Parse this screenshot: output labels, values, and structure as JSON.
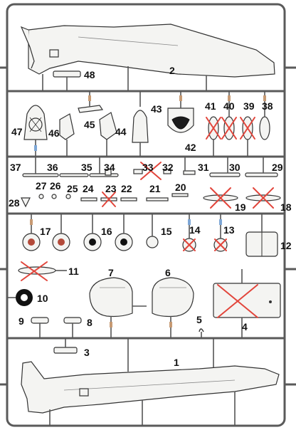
{
  "sheet": {
    "title": "",
    "parts": [
      {
        "num": "2",
        "name": "fuselage-half"
      },
      {
        "num": "48",
        "name": "small-bracket"
      },
      {
        "num": "47",
        "name": "pilot-seat"
      },
      {
        "num": "46",
        "name": "landing-gear-door"
      },
      {
        "num": "45",
        "name": "small-fairing"
      },
      {
        "num": "44",
        "name": "landing-gear-door"
      },
      {
        "num": "43",
        "name": "drop-tank"
      },
      {
        "num": "42",
        "name": "engine-cowl-front"
      },
      {
        "num": "41",
        "name": "propeller-blade-set"
      },
      {
        "num": "40",
        "name": "propeller-blade-set"
      },
      {
        "num": "39",
        "name": "propeller-blade-set"
      },
      {
        "num": "38",
        "name": "propeller-blade-set"
      },
      {
        "num": "37",
        "name": "rod"
      },
      {
        "num": "36",
        "name": "rod"
      },
      {
        "num": "35",
        "name": "rod"
      },
      {
        "num": "34",
        "name": "bracket"
      },
      {
        "num": "33",
        "name": "bracket"
      },
      {
        "num": "32",
        "name": "bracket"
      },
      {
        "num": "31",
        "name": "bracket"
      },
      {
        "num": "30",
        "name": "rocket"
      },
      {
        "num": "29",
        "name": "rocket"
      },
      {
        "num": "28",
        "name": "small-cup"
      },
      {
        "num": "27",
        "name": "pin"
      },
      {
        "num": "26",
        "name": "pin"
      },
      {
        "num": "25",
        "name": "pin"
      },
      {
        "num": "24",
        "name": "strut"
      },
      {
        "num": "23",
        "name": "strut"
      },
      {
        "num": "22",
        "name": "strut"
      },
      {
        "num": "21",
        "name": "strut"
      },
      {
        "num": "20",
        "name": "strut"
      },
      {
        "num": "19",
        "name": "propeller"
      },
      {
        "num": "18",
        "name": "propeller"
      },
      {
        "num": "17",
        "name": "wheel"
      },
      {
        "num": "16",
        "name": "wheel"
      },
      {
        "num": "15",
        "name": "wheel-ring"
      },
      {
        "num": "14",
        "name": "wheel-ring"
      },
      {
        "num": "13",
        "name": "wheel-ring"
      },
      {
        "num": "12",
        "name": "box-part"
      },
      {
        "num": "11",
        "name": "propeller"
      },
      {
        "num": "10",
        "name": "ring"
      },
      {
        "num": "9",
        "name": "small-part"
      },
      {
        "num": "8",
        "name": "small-part"
      },
      {
        "num": "7",
        "name": "cowling-half"
      },
      {
        "num": "6",
        "name": "cowling-half"
      },
      {
        "num": "5",
        "name": "small-hook"
      },
      {
        "num": "4",
        "name": "panel"
      },
      {
        "num": "3",
        "name": "small-bracket"
      },
      {
        "num": "1",
        "name": "fuselage-half"
      }
    ]
  },
  "colors": {
    "frame": "#5a5a5a",
    "cross": "#e2453b",
    "tag_brown": "#c79a73",
    "tag_blue": "#7ea7d6"
  }
}
